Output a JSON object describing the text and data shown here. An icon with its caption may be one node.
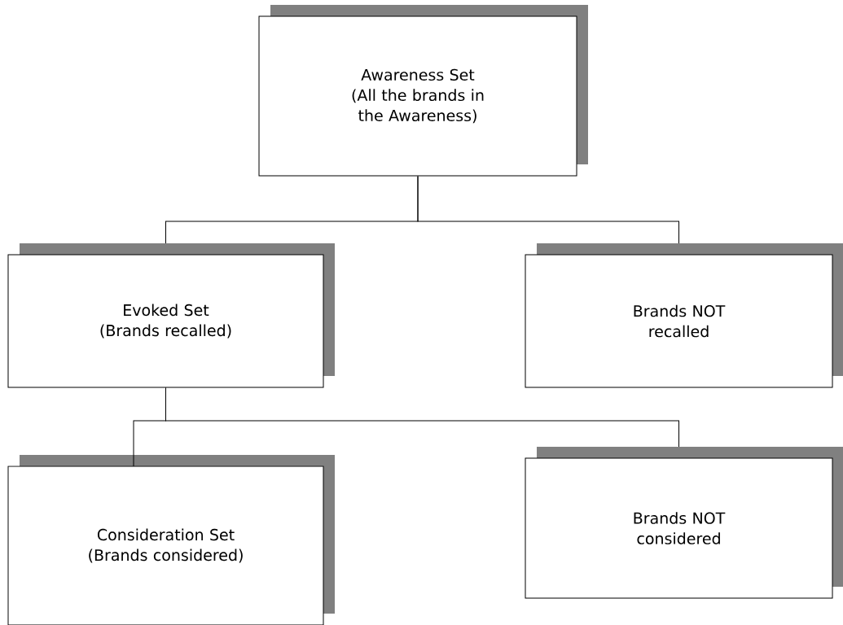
{
  "diagram": {
    "nodes": [
      {
        "text": [
          "Awareness Set",
          "(All the brands in the Awareness)"
        ]
      },
      {
        "text": [
          "Evoked Set",
          "(Brands recalled)"
        ]
      },
      {
        "text": [
          "Brands NOT recalled"
        ]
      },
      {
        "text": [
          "Consideration Set",
          "(Brands considered)"
        ]
      },
      {
        "text": [
          "Brands NOT considered"
        ]
      }
    ],
    "edges": [
      {
        "from": 0,
        "to": 1,
        "arrow": "none"
      },
      {
        "from": 0,
        "to": 2,
        "arrow": "none"
      },
      {
        "from": 1,
        "to": 3,
        "arrow": "none"
      },
      {
        "from": 1,
        "to": 4,
        "arrow": "none"
      }
    ]
  }
}
